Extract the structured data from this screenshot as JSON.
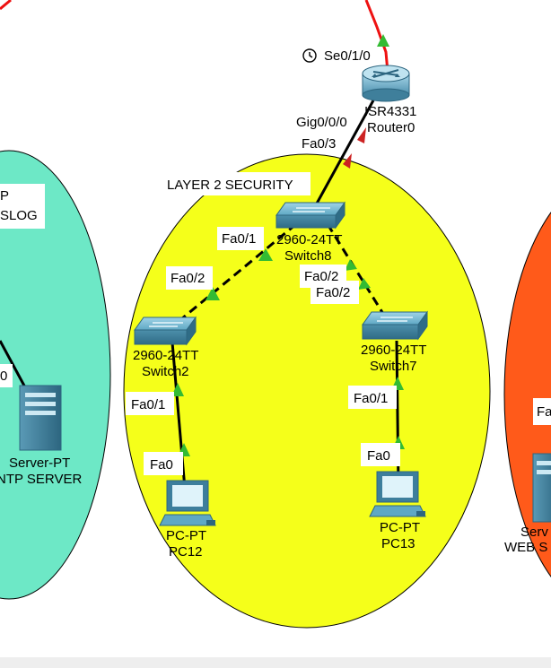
{
  "colors": {
    "zone_left": "#6de8c6",
    "zone_center": "#f5ff1a",
    "zone_right": "#ff5a1a",
    "link_serial": "#ee1111",
    "link_copper": "#000000",
    "port_up": "#33bb33",
    "port_down": "#cc2222"
  },
  "zones": {
    "center_title": "LAYER 2 SECURITY",
    "left_partial_1": "P",
    "left_partial_2": "SLOG"
  },
  "devices": {
    "router": {
      "model": "ISR4331",
      "name": "Router0"
    },
    "switch8": {
      "model": "2960-24TT",
      "name": "Switch8"
    },
    "switch2": {
      "model": "2960-24TT",
      "name": "Switch2"
    },
    "switch7": {
      "model": "2960-24TT",
      "name": "Switch7"
    },
    "pc12": {
      "model": "PC-PT",
      "name": "PC12"
    },
    "pc13": {
      "model": "PC-PT",
      "name": "PC13"
    },
    "ntp_server": {
      "model": "Server-PT",
      "name": "NTP SERVER",
      "name_visible": "NTP SERVER"
    },
    "web_server": {
      "model": "Serv",
      "name": "WEB S"
    }
  },
  "ports": {
    "router_serial": "Se0/1/0",
    "router_gig": "Gig0/0/0",
    "sw8_uplink": "Fa0/3",
    "sw8_to_sw2": "Fa0/1",
    "sw2_to_sw8": "Fa0/2",
    "sw8_to_sw7": "Fa0/2",
    "sw7_to_sw8": "Fa0/2",
    "sw2_to_pc": "Fa0/1",
    "pc12_port": "Fa0",
    "sw7_to_pc": "Fa0/1",
    "pc13_port": "Fa0",
    "left_partial_port": "0",
    "right_partial_port": "Fa"
  }
}
